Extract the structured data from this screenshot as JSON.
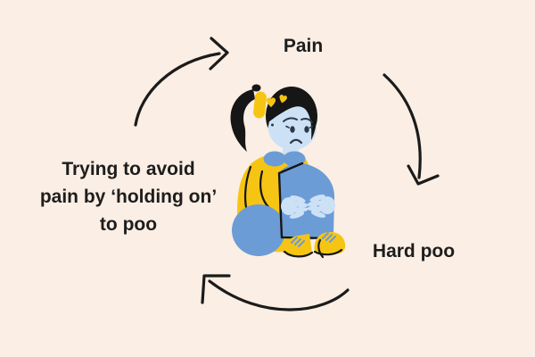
{
  "diagram": {
    "type": "cycle",
    "illustration": "sad-girl-hugging-knees",
    "labels": {
      "pain": "Pain",
      "hard_poo": "Hard poo",
      "avoid": {
        "lines": [
          "Trying to avoid",
          "pain by ‘holding on’",
          "to poo"
        ]
      }
    },
    "arrows": [
      {
        "name": "arrow-avoid-to-pain",
        "direction": "up-right"
      },
      {
        "name": "arrow-pain-to-hard-poo",
        "direction": "down"
      },
      {
        "name": "arrow-hard-poo-to-avoid",
        "direction": "left-up"
      }
    ],
    "colors": {
      "background": "#fbeee4",
      "text": "#1d1d1d",
      "arrow": "#1b1b1b",
      "hair": "#161616",
      "yellow": "#f6c513",
      "blue": "#6b9cd6",
      "light_blue": "#cde1f6",
      "feature_dark": "#2c3847"
    }
  }
}
